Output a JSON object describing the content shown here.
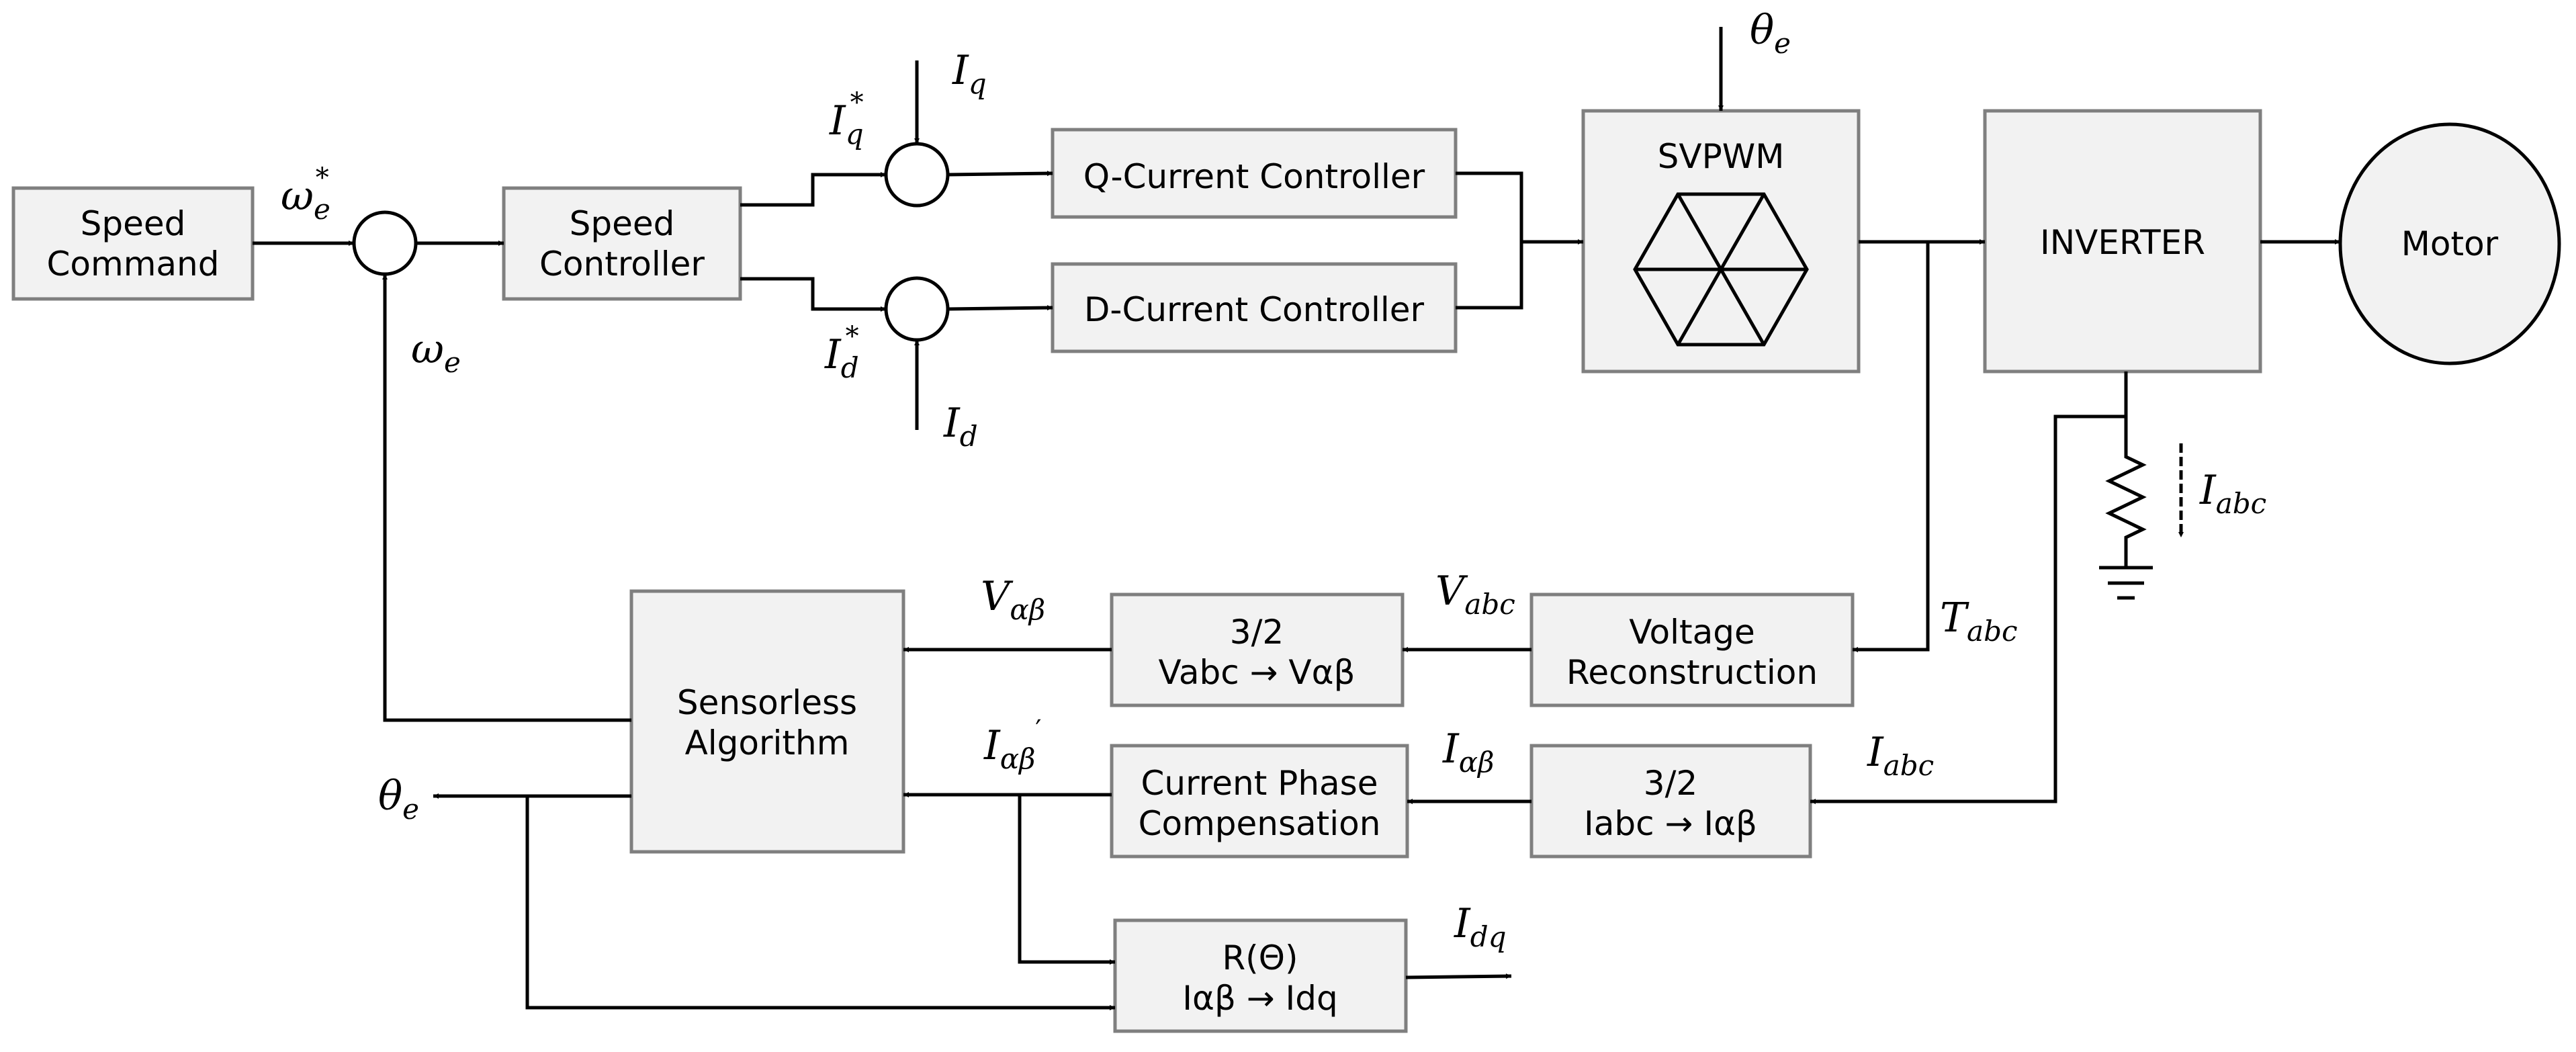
{
  "blocks": {
    "speed_command": [
      "Speed",
      "Command"
    ],
    "speed_controller": [
      "Speed",
      "Controller"
    ],
    "q_current_controller": "Q-Current Controller",
    "d_current_controller": "D-Current Controller",
    "svpwm": "SVPWM",
    "inverter": "INVERTER",
    "motor": "Motor",
    "sensorless_algorithm": [
      "Sensorless",
      "Algorithm"
    ],
    "transform_3_2_v": [
      "3/2",
      "Vabc → Vαβ"
    ],
    "voltage_reconstruction": [
      "Voltage",
      "Reconstruction"
    ],
    "current_phase_compensation": [
      "Current Phase",
      "Compensation"
    ],
    "transform_3_2_i": [
      "3/2",
      "Iabc → Iαβ"
    ],
    "rotation": [
      "R(Θ)",
      "Iαβ → Idq"
    ]
  },
  "signals": {
    "omega_ref": {
      "base": "ω",
      "sub": "e",
      "sup": "*"
    },
    "omega_fb": {
      "base": "ω",
      "sub": "e"
    },
    "iq_ref": {
      "base": "I",
      "sub": "q",
      "sup": "*"
    },
    "id_ref": {
      "base": "I",
      "sub": "d",
      "sup": "*"
    },
    "iq_fb": {
      "base": "I",
      "sub": "q"
    },
    "id_fb": {
      "base": "I",
      "sub": "d"
    },
    "theta_in": {
      "base": "θ",
      "sub": "e"
    },
    "theta_out": {
      "base": "θ",
      "sub": "e"
    },
    "i_abc_sense": {
      "base": "I",
      "sub": "abc"
    },
    "t_abc": {
      "base": "T",
      "sub": "abc"
    },
    "v_abc": {
      "base": "V",
      "sub": "abc"
    },
    "v_alpha_beta": {
      "base": "V",
      "sub": "αβ"
    },
    "i_alpha_beta": {
      "base": "I",
      "sub": "αβ"
    },
    "i_alpha_beta_prime": {
      "base": "I",
      "sub": "αβ",
      "sup": "′"
    },
    "i_abc_in": {
      "base": "I",
      "sub": "abc"
    },
    "i_dq": {
      "base": "I",
      "sub": "dq"
    }
  }
}
